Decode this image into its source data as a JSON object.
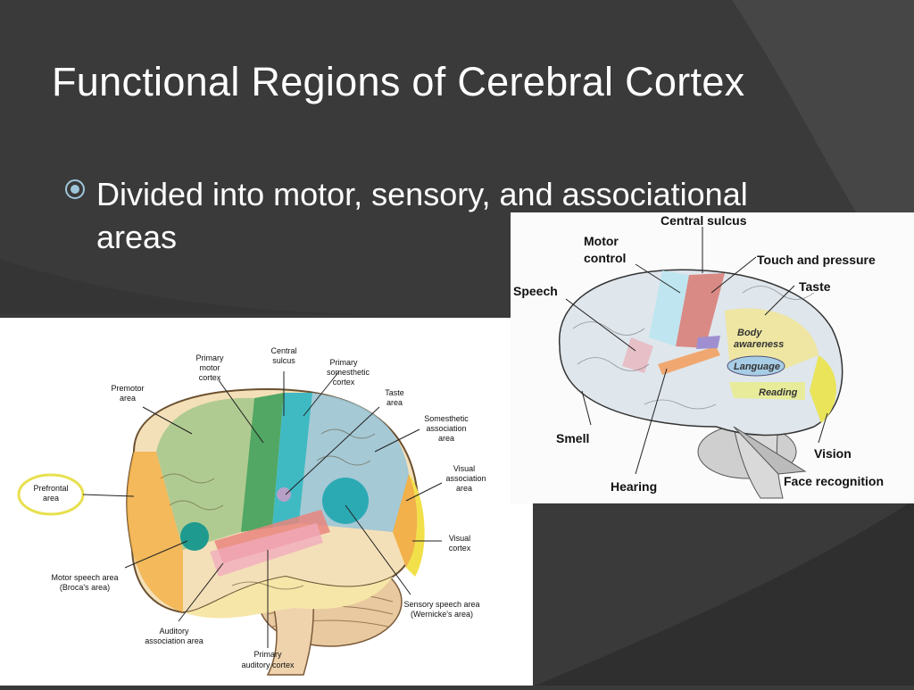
{
  "slide": {
    "title": "Functional Regions of Cerebral Cortex",
    "bullet_line1": "Divided into motor, sensory, and associational",
    "bullet_line2": "areas"
  },
  "left_diagram": {
    "labels": {
      "central_sulcus_1": "Central",
      "central_sulcus_2": "sulcus",
      "primary_motor_1": "Primary",
      "primary_motor_2": "motor",
      "primary_motor_3": "cortex",
      "primary_somesthetic_1": "Primary",
      "primary_somesthetic_2": "somesthetic",
      "primary_somesthetic_3": "cortex",
      "premotor_1": "Premotor",
      "premotor_2": "area",
      "taste_1": "Taste",
      "taste_2": "area",
      "somesthetic_assoc_1": "Somesthetic",
      "somesthetic_assoc_2": "association",
      "somesthetic_assoc_3": "area",
      "prefrontal_1": "Prefrontal",
      "prefrontal_2": "area",
      "visual_assoc_1": "Visual",
      "visual_assoc_2": "association",
      "visual_assoc_3": "area",
      "visual_cortex_1": "Visual",
      "visual_cortex_2": "cortex",
      "motor_speech_1": "Motor speech area",
      "motor_speech_2": "(Broca's area)",
      "sensory_speech_1": "Sensory speech area",
      "sensory_speech_2": "(Wernicke's area)",
      "auditory_assoc_1": "Auditory",
      "auditory_assoc_2": "association area",
      "primary_auditory_1": "Primary",
      "primary_auditory_2": "auditory cortex"
    }
  },
  "right_diagram": {
    "labels": {
      "central_sulcus": "Central sulcus",
      "motor_control_1": "Motor",
      "motor_control_2": "control",
      "touch_pressure": "Touch and pressure",
      "taste": "Taste",
      "speech": "Speech",
      "body_awareness_1": "Body",
      "body_awareness_2": "awareness",
      "language": "Language",
      "reading": "Reading",
      "smell": "Smell",
      "vision": "Vision",
      "hearing": "Hearing",
      "face_recognition": "Face recognition"
    }
  },
  "colors": {
    "background": "#3a3a3a",
    "text": "#ffffff",
    "bullet_accent": "#9fc6d9"
  }
}
